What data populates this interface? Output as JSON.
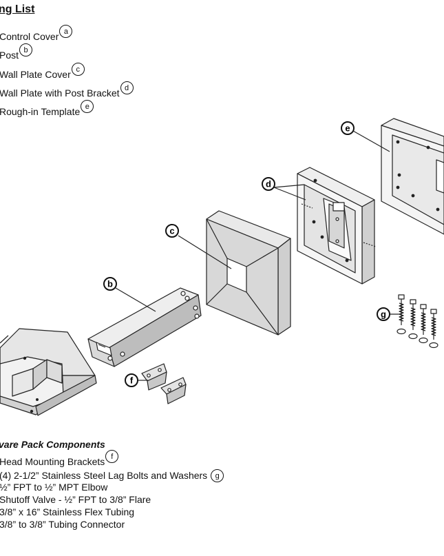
{
  "parts_list": {
    "heading": "ng List",
    "items": [
      {
        "text": "Control Cover",
        "tag": "a"
      },
      {
        "text": "Post",
        "tag": "b"
      },
      {
        "text": "Wall Plate Cover",
        "tag": "c"
      },
      {
        "text": "Wall Plate with Post Bracket",
        "tag": "d"
      },
      {
        "text": "Rough-in Template",
        "tag": "e"
      }
    ]
  },
  "hardware": {
    "heading": "vare Pack Components",
    "items": [
      {
        "text": "Head Mounting Brackets",
        "tag": "f"
      },
      {
        "text": "(4) 2-1/2” Stainless Steel Lag Bolts and Washers",
        "tag": "g"
      },
      {
        "text": "½” FPT to ½” MPT Elbow",
        "tag": ""
      },
      {
        "text": "Shutoff Valve - ½” FPT to 3/8” Flare",
        "tag": ""
      },
      {
        "text": "3/8” x 16” Stainless Flex Tubing",
        "tag": ""
      },
      {
        "text": "3/8” to 3/8” Tubing Connector",
        "tag": ""
      }
    ]
  },
  "diagram_labels": {
    "b": "b",
    "c": "c",
    "d": "d",
    "e": "e",
    "f": "f",
    "g": "g"
  }
}
